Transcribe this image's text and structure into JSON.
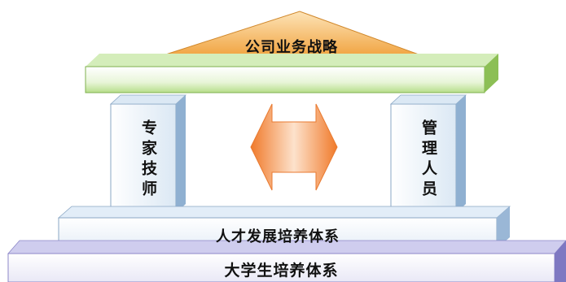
{
  "diagram": {
    "roof_label": "公司业务战略",
    "pillar_left_label": "专家技师",
    "pillar_right_label": "管理人员",
    "upper_base_label": "人才发展培养体系",
    "lower_base_label": "大学生培养体系"
  },
  "colors": {
    "roof": "#f2a23c",
    "beam": "#a6d86b",
    "pillar": "#a9c6e0",
    "arrow": "#f48a38",
    "upper_base": "#bcd6ee",
    "lower_base": "#8f86cc"
  }
}
